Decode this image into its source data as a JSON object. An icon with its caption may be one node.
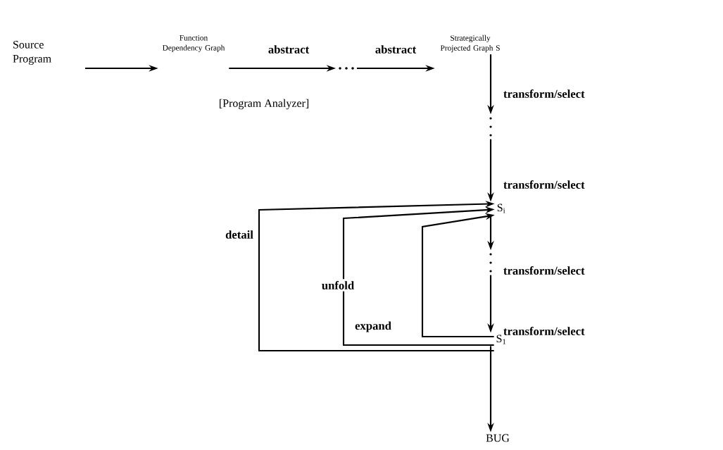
{
  "diagram": {
    "nodes": [
      {
        "text": [
          "Source Program"
        ]
      },
      {
        "text": [
          "Function Dependency Graph"
        ]
      },
      {
        "text": [],
        "shape": "dots"
      },
      {
        "text": [
          "Strategically Projected Graph S"
        ]
      },
      {
        "text": [],
        "shape": "dots"
      },
      {
        "text": [
          "S$_{i}$"
        ]
      },
      {
        "text": [],
        "shape": "dots"
      },
      {
        "text": [
          "S$_{1}$"
        ]
      },
      {
        "text": [
          "BUG"
        ]
      }
    ],
    "edges": [
      {
        "from": 0,
        "to": 1,
        "arrow": "to"
      },
      {
        "from": 1,
        "to": 2,
        "arrow": "to",
        "label": "abstract"
      },
      {
        "from": 2,
        "to": 3,
        "arrow": "to",
        "label": "abstract"
      },
      {
        "from": 3,
        "to": 4,
        "arrow": "to",
        "label": "transform/select"
      },
      {
        "from": 4,
        "to": 5,
        "arrow": "to",
        "label": "transform/select"
      },
      {
        "from": 5,
        "to": 6,
        "arrow": "to",
        "label": "transform/select"
      },
      {
        "from": 6,
        "to": 7,
        "arrow": "to",
        "label": "transform/select"
      },
      {
        "from": 7,
        "to": 8,
        "arrow": "to"
      },
      {
        "from": 7,
        "to": 5,
        "arrow": "to",
        "label": "detail"
      },
      {
        "from": 7,
        "to": 5,
        "arrow": "to",
        "label": "unfold"
      },
      {
        "from": 7,
        "to": 5,
        "arrow": "to",
        "label": "expand"
      }
    ],
    "labels": [
      "[Program Analyzer]"
    ]
  }
}
